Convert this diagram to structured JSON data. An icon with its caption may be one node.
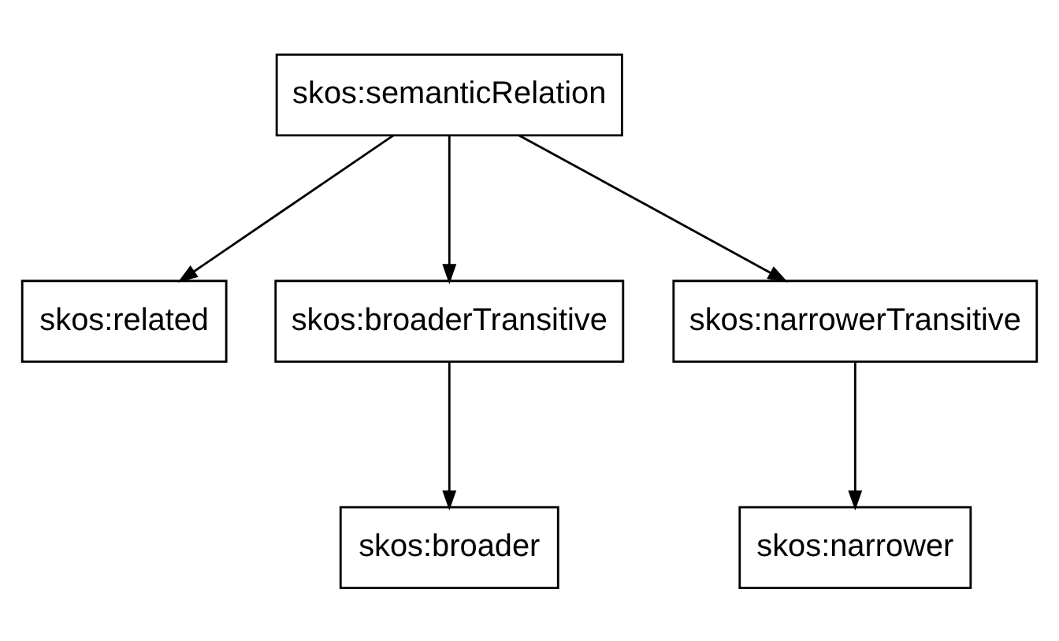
{
  "diagram": {
    "nodes": [
      {
        "text": [
          "skos:semanticRelation"
        ]
      },
      {
        "text": [
          "skos:related"
        ]
      },
      {
        "text": [
          "skos:broaderTransitive"
        ]
      },
      {
        "text": [
          "skos:narrowerTransitive"
        ]
      },
      {
        "text": [
          "skos:broader"
        ]
      },
      {
        "text": [
          "skos:narrower"
        ]
      }
    ],
    "edges": [
      {
        "from": 0,
        "to": 1,
        "arrow": "to"
      },
      {
        "from": 0,
        "to": 2,
        "arrow": "to"
      },
      {
        "from": 0,
        "to": 3,
        "arrow": "to"
      },
      {
        "from": 2,
        "to": 4,
        "arrow": "to"
      },
      {
        "from": 3,
        "to": 5,
        "arrow": "to"
      }
    ]
  }
}
